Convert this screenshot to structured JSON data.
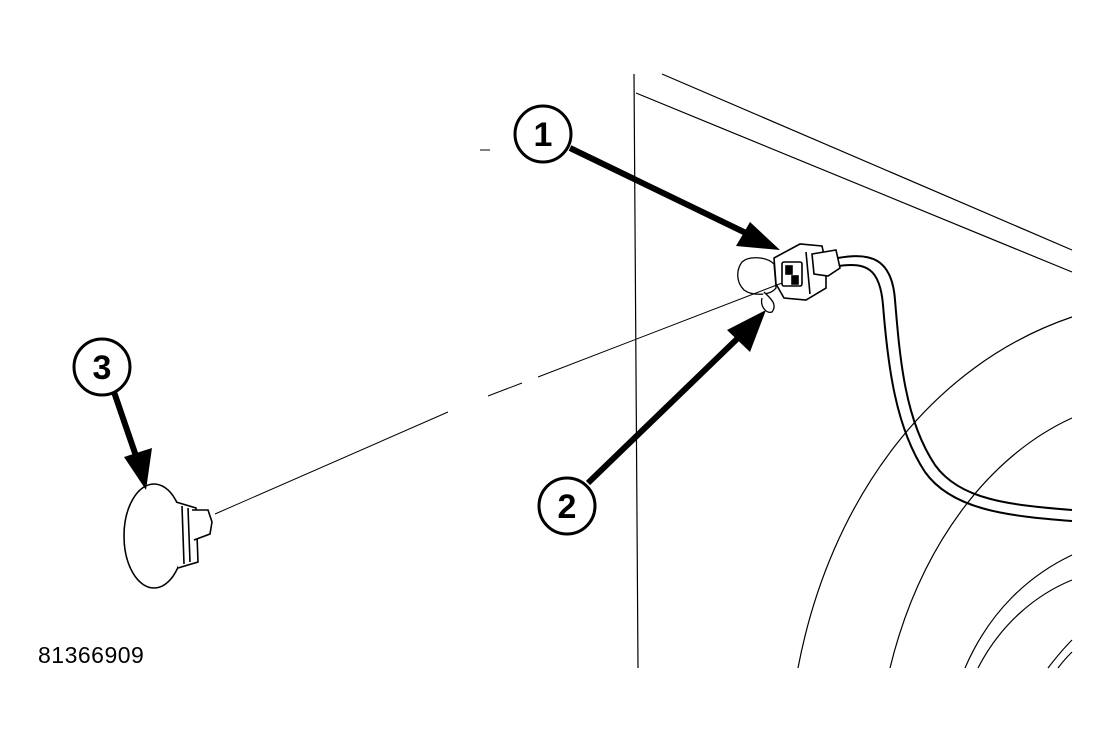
{
  "figure_id": "81366909",
  "callouts": [
    {
      "label": "1"
    },
    {
      "label": "2"
    },
    {
      "label": "3"
    }
  ],
  "colors": {
    "line": "#000000",
    "background": "#ffffff"
  }
}
